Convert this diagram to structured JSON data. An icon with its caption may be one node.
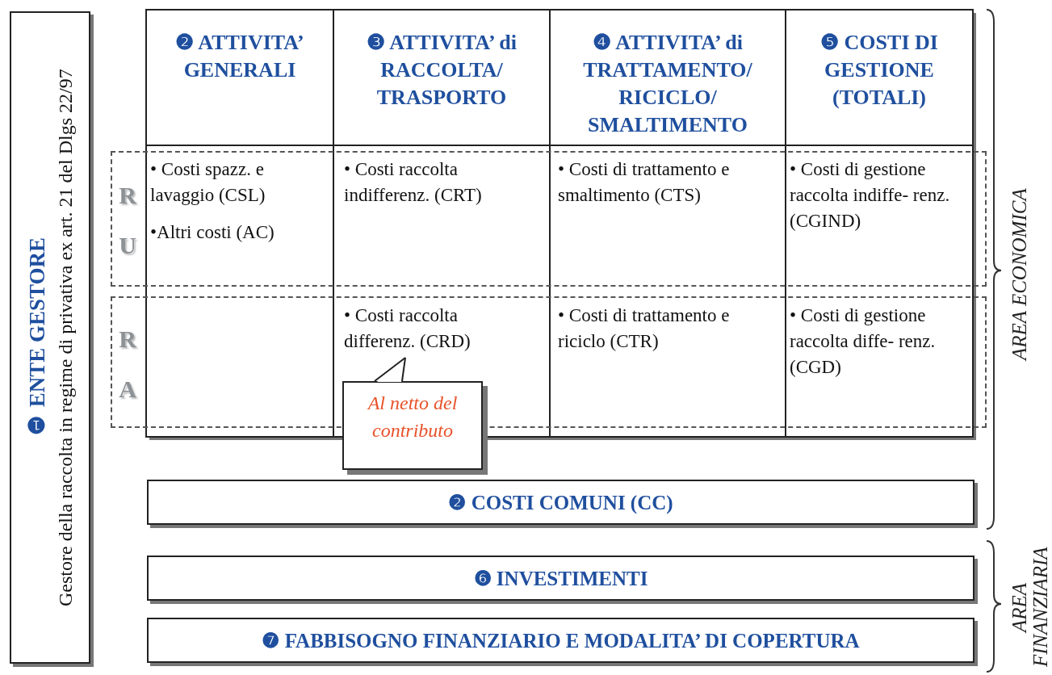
{
  "diagram": {
    "nodes": [
      {
        "text": [
          "❶ ENTE GESTORE",
          "Gestore della raccolta in regime di privativa ex art. 21 del Dlgs 22/97"
        ]
      },
      {
        "text": [
          "❷ ATTIVITA’ GENERALI"
        ]
      },
      {
        "text": [
          "❸ ATTIVITA’ di RACCOLTA/ TRASPORTO"
        ]
      },
      {
        "text": [
          "❹ ATTIVITA’ di TRATTAMENTO/ RICICLO/ SMALTIMENTO"
        ]
      },
      {
        "text": [
          "❺ COSTI DI GESTIONE (TOTALI)"
        ]
      },
      {
        "text": [
          "R U"
        ]
      },
      {
        "text": [
          "• Costi spazz. e lavaggio (CSL)",
          "•Altri costi (AC)"
        ],
        "in": 5
      },
      {
        "text": [
          "• Costi raccolta indifferenz. (CRT)"
        ],
        "in": 5
      },
      {
        "text": [
          "• Costi di trattamento e smaltimento (CTS)"
        ],
        "in": 5
      },
      {
        "text": [
          "• Costi di gestione raccolta indiffe- renz. (CGIND)"
        ],
        "in": 5
      },
      {
        "text": [
          "R A"
        ]
      },
      {
        "text": [
          "• Costi raccolta differenz. (CRD)"
        ],
        "in": 10
      },
      {
        "text": [
          "• Costi di trattamento e riciclo (CTR)"
        ],
        "in": 10
      },
      {
        "text": [
          "• Costi di gestione raccolta diffe- renz. (CGD)"
        ],
        "in": 10
      },
      {
        "text": [
          "Al netto del contributo"
        ]
      },
      {
        "text": [
          "❷ COSTI COMUNI (CC)"
        ]
      },
      {
        "text": [
          "❻ INVESTIMENTI"
        ]
      },
      {
        "text": [
          "❼ FABBISOGNO FINANZIARIO E MODALITA’ DI COPERTURA"
        ]
      }
    ],
    "edges": [
      {
        "from": 14,
        "to": 11,
        "arrow": "none"
      }
    ],
    "labels": [
      "AREA ECONOMICA",
      "AREA FINANZIARIA"
    ]
  }
}
